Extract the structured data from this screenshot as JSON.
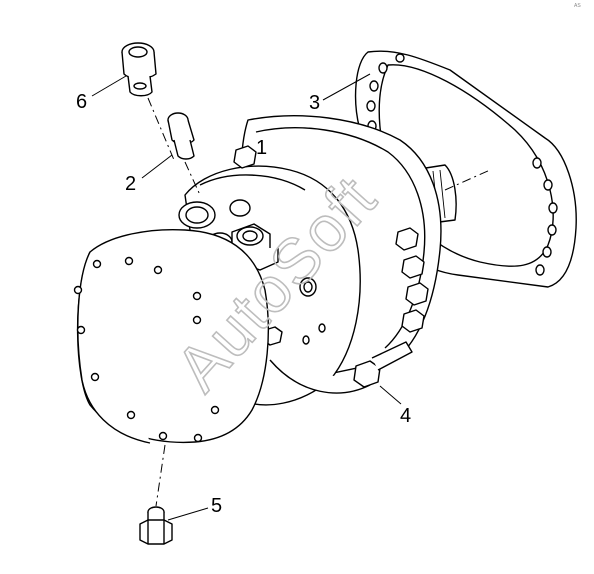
{
  "diagram": {
    "callouts": [
      {
        "id": "callout-1",
        "text": "1"
      },
      {
        "id": "callout-2",
        "text": "2"
      },
      {
        "id": "callout-3",
        "text": "3"
      },
      {
        "id": "callout-4",
        "text": "4"
      },
      {
        "id": "callout-5",
        "text": "5"
      },
      {
        "id": "callout-6",
        "text": "6"
      }
    ],
    "watermark": "AutoSoft",
    "corner_mark": "AS"
  }
}
